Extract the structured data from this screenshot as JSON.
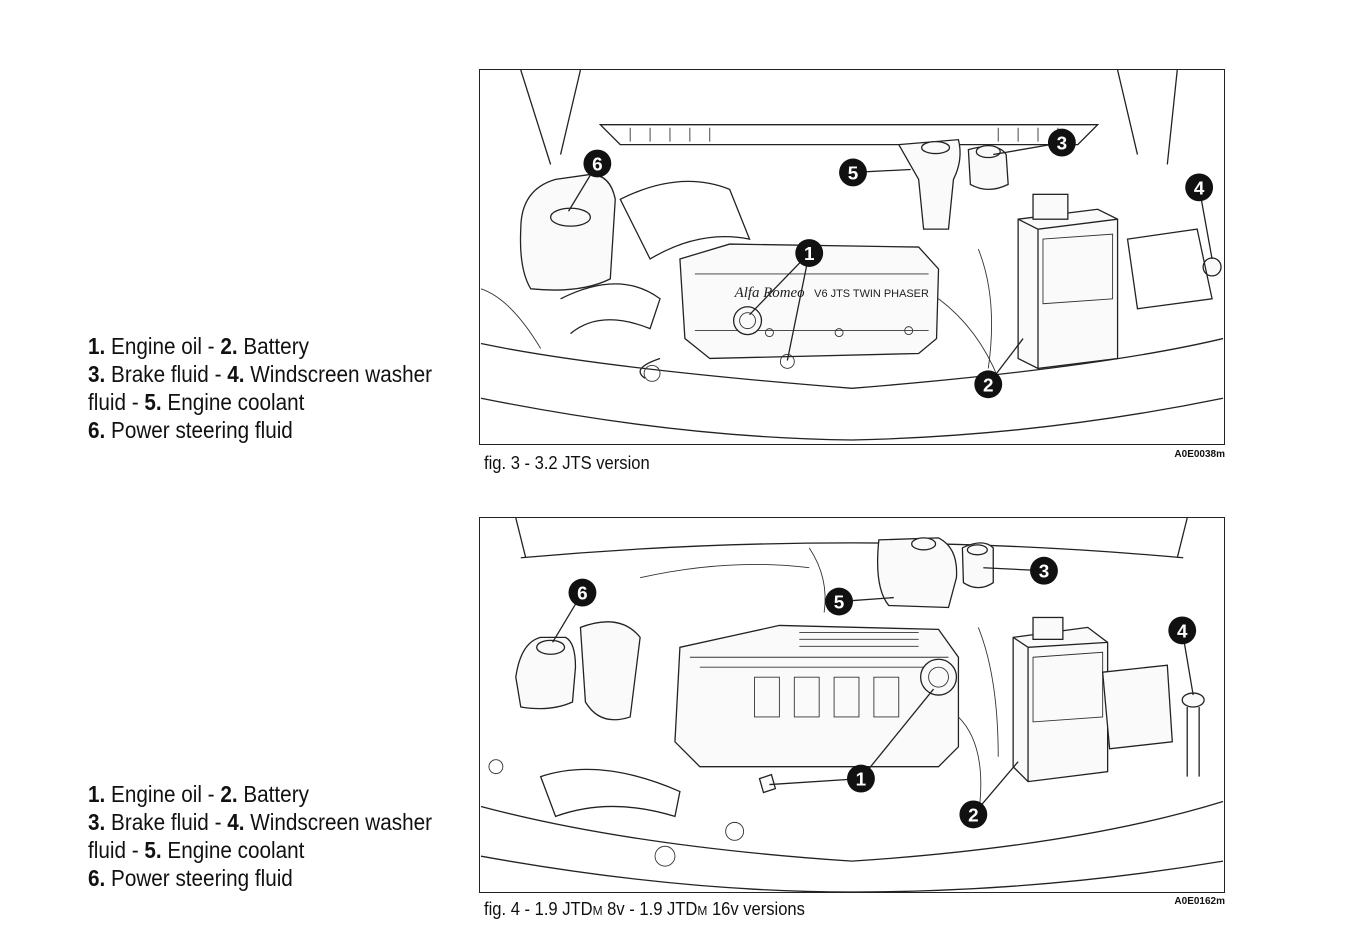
{
  "legend_top": {
    "lines": [
      [
        {
          "num": "1.",
          "text": " Engine oil - "
        },
        {
          "num": "2.",
          "text": " Battery"
        }
      ],
      [
        {
          "num": "3.",
          "text": " Brake fluid - "
        },
        {
          "num": "4.",
          "text": " Windscreen washer"
        }
      ],
      [
        {
          "num": "",
          "text": "fluid - "
        },
        {
          "num": "5.",
          "text": " Engine coolant"
        }
      ],
      [
        {
          "num": "6.",
          "text": " Power steering fluid"
        }
      ]
    ]
  },
  "legend_bottom": {
    "lines": [
      [
        {
          "num": "1.",
          "text": " Engine oil - "
        },
        {
          "num": "2.",
          "text": " Battery"
        }
      ],
      [
        {
          "num": "3.",
          "text": " Brake fluid - "
        },
        {
          "num": "4.",
          "text": " Windscreen washer"
        }
      ],
      [
        {
          "num": "",
          "text": "fluid - "
        },
        {
          "num": "5.",
          "text": " Engine coolant"
        }
      ],
      [
        {
          "num": "6.",
          "text": " Power steering fluid"
        }
      ]
    ]
  },
  "figure_top": {
    "caption": "fig. 3 - 3.2 JTS version",
    "code": "A0E0038m",
    "badge_logo": "Alfa Romeo",
    "badge_text": "V6 JTS TWIN PHASER",
    "callouts": [
      "1",
      "1",
      "2",
      "3",
      "4",
      "5",
      "6"
    ]
  },
  "figure_bottom": {
    "caption_parts": [
      "fig. 4 - 1.9 JTD",
      "M",
      " 8v - 1.9 JTD",
      "M",
      " 16v versions"
    ],
    "code": "A0E0162m",
    "callouts": [
      "1",
      "2",
      "3",
      "4",
      "5",
      "6"
    ]
  }
}
